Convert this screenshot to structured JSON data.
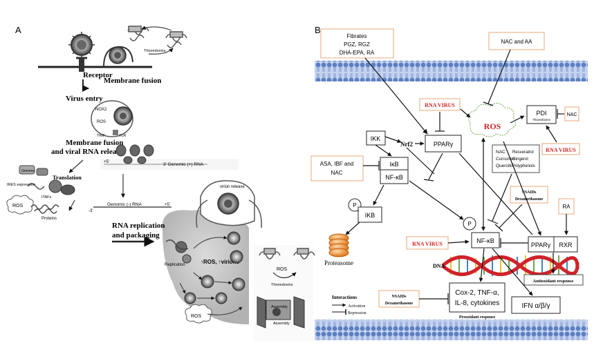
{
  "panel_a": {
    "label": "A",
    "receptor": "Receptor",
    "membrane_fusion": "Membrane fusion",
    "thioredoxins_top": "Thioredoxins",
    "virus_entry": "Virus entry",
    "nox2": "NOX2",
    "ros_endo": "ROS",
    "trif": "TRIF",
    "tlr": "TLR",
    "fusion_release_1": "Membrane fusion",
    "fusion_release_2": "and viral RNA release",
    "genome_plus_5": "+5'",
    "genome_plus_3": "3' Genomic (+) RNA",
    "genome": "Genome",
    "ires": "IRES expression",
    "itafs": "ITAFs",
    "translation": "Translation",
    "ros_left": "ROS",
    "proteins": "Proteins",
    "genome_minus": "Genomic (-) RNA",
    "genome_minus_3": "-3'",
    "genome_minus_5": "+5'",
    "virion_release": "virion release",
    "rna_rep_1": "RNA replication",
    "rna_rep_2": "and packaging",
    "replication": "Replication",
    "ros_virions": "↑ROS, ↑virions",
    "ros_right": "ROS",
    "thioredoxins_bottom": "Thioredoxins",
    "assembly_1": "Assembly",
    "assembly_2": "Assembly",
    "ros_bottom": "ROS"
  },
  "panel_b": {
    "label": "B",
    "fibrates_lines": [
      "Fibrates",
      "PGZ, RGZ",
      "DHA-EPA, RA"
    ],
    "nac_aa": "NAC and AA",
    "rna_virus_1": "RNA VIRUS",
    "ros": "ROS",
    "pdi": "PDI",
    "pdi_sub": "Thioredoxins",
    "nac_right": "NAC",
    "rna_virus_right": "RNA VIRUS",
    "ikk": "IKK",
    "nrf2": "Nrf2",
    "ppar_top": "PPARγ",
    "asa_lines": [
      "ASA, IBF and",
      "NAC"
    ],
    "ikb": "IκB",
    "nfkb_left": "NF-κB",
    "antioxidants_col1": [
      "NAC",
      "Curcumin",
      "Quercitin"
    ],
    "antioxidants_col2": [
      "Resveratrol",
      "Gingerol",
      "Polyphenols"
    ],
    "nsaids_mid": [
      "NSAIDs",
      "Dexamethasone"
    ],
    "ra": "RA",
    "p_left": "P",
    "ikb_p": "IKB",
    "proteasome": "Proteasome",
    "p_center": "P",
    "rna_virus_2": "RNA VIRUS",
    "nfkb_center": "NF-κB",
    "ppar_bottom": "PPARγ",
    "rxr": "RXR",
    "dna": "DNA",
    "antioxidant_response": "Antioxidant response",
    "interactions": "Interactions",
    "activation": "Activation",
    "repression": "Repression",
    "nsaids_bottom": [
      "NSAIDs",
      "Dexamethasone"
    ],
    "cox_lines": [
      "Cox-2, TNF-α,",
      "IL-8, cytokines"
    ],
    "prooxidant_response": "Prooxidant response",
    "ifn": "IFN α/β/γ"
  },
  "colors": {
    "membrane": "#5b7fc1",
    "membrane_light": "#a9bde6",
    "rna_virus_red": "#d32626",
    "box_orange": "#e8a77a",
    "dna_red": "#d0232a"
  }
}
